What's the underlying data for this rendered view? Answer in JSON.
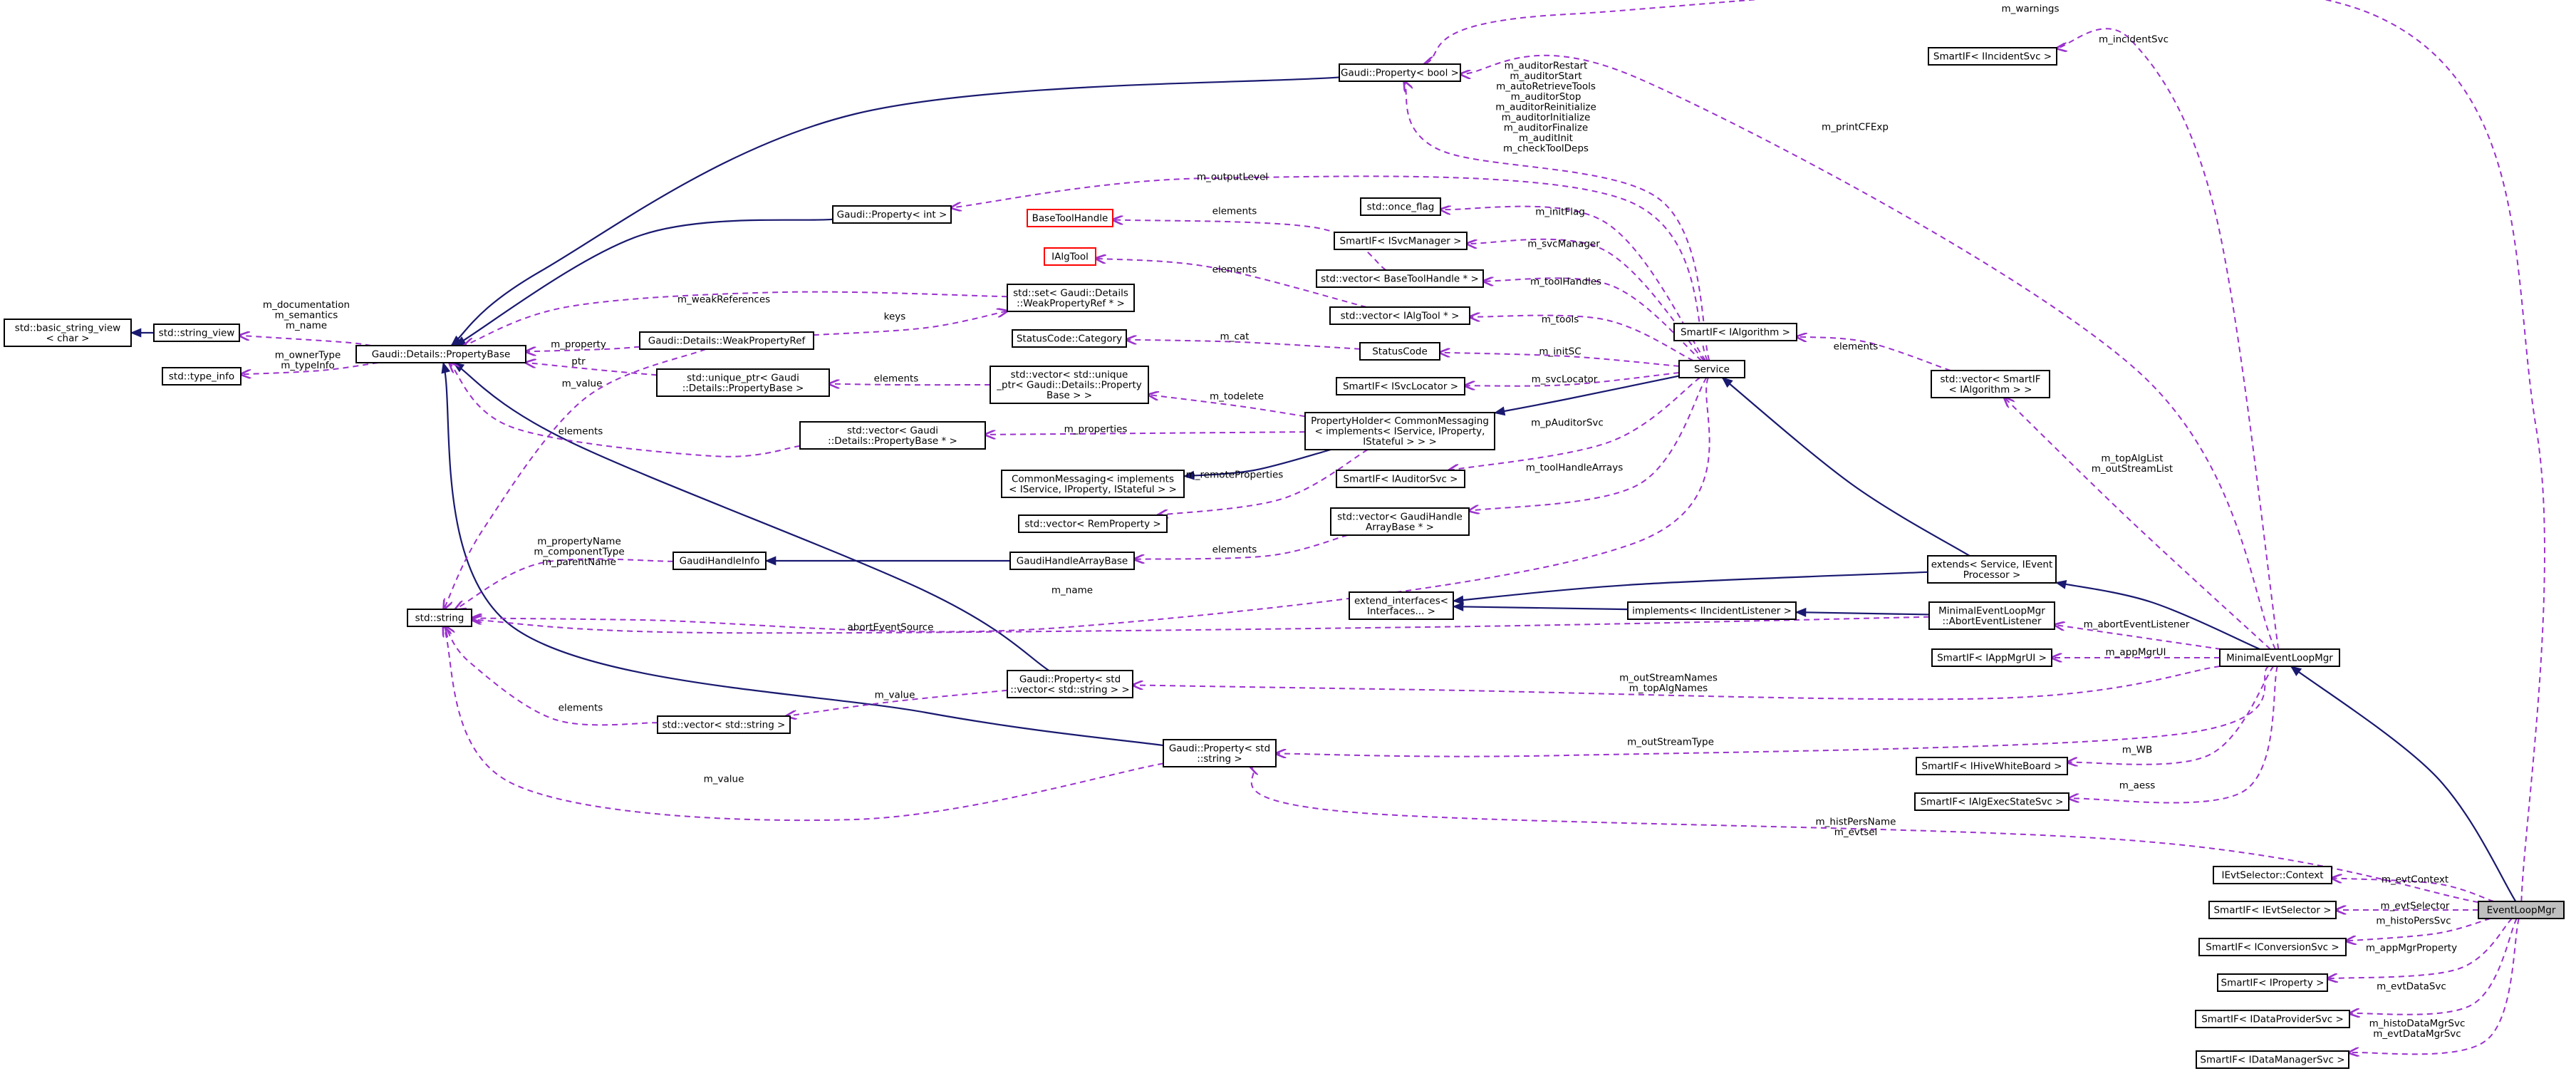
{
  "diagram": {
    "nodes": {
      "basic_string_view": [
        "std::basic_string_view",
        "< char >"
      ],
      "string_view": [
        "std::string_view"
      ],
      "type_info": [
        "std::type_info"
      ],
      "PropertyBase": [
        "Gaudi::Details::PropertyBase"
      ],
      "WeakPropertyRef": [
        "Gaudi::Details::WeakPropertyRef"
      ],
      "unique_ptr_PB": [
        "std::unique_ptr< Gaudi",
        "::Details::PropertyBase >"
      ],
      "vector_PB_ptr": [
        "std::vector< Gaudi",
        "::Details::PropertyBase * >"
      ],
      "set_WPR": [
        "std::set< Gaudi::Details",
        "::WeakPropertyRef * >"
      ],
      "StatusCodeCategory": [
        "StatusCode::Category"
      ],
      "vector_unique_PB": [
        "std::vector< std::unique",
        "_ptr< Gaudi::Details::Property",
        "Base > >"
      ],
      "CommonMessaging": [
        "CommonMessaging< implements",
        "< IService, IProperty, IStateful > >"
      ],
      "vector_RemProperty": [
        "std::vector< RemProperty >"
      ],
      "GaudiHandleArrayBase": [
        "GaudiHandleArrayBase"
      ],
      "GaudiHandleInfo": [
        "GaudiHandleInfo"
      ],
      "stdstring": [
        "std::string"
      ],
      "vector_string": [
        "std::vector< std::string >"
      ],
      "Property_vector_string": [
        "Gaudi::Property< std",
        "::vector< std::string > >"
      ],
      "Property_string": [
        "Gaudi::Property< std",
        "::string >"
      ],
      "Property_int": [
        "Gaudi::Property< int >"
      ],
      "Property_bool": [
        "Gaudi::Property< bool >"
      ],
      "BaseToolHandle": [
        "BaseToolHandle"
      ],
      "IAlgTool": [
        "IAlgTool"
      ],
      "once_flag": [
        "std::once_flag"
      ],
      "SmartIF_ISvcManager": [
        "SmartIF< ISvcManager >"
      ],
      "vector_BaseToolHandle": [
        "std::vector< BaseToolHandle * >"
      ],
      "vector_IAlgTool": [
        "std::vector< IAlgTool * >"
      ],
      "StatusCode": [
        "StatusCode"
      ],
      "SmartIF_ISvcLocator": [
        "SmartIF< ISvcLocator >"
      ],
      "PropertyHolder": [
        "PropertyHolder< CommonMessaging",
        "< implements< IService, IProperty,",
        "IStateful > > >"
      ],
      "SmartIF_IAuditorSvc": [
        "SmartIF< IAuditorSvc >"
      ],
      "vector_GaudiHandleArrayBase": [
        "std::vector< GaudiHandle",
        "ArrayBase * >"
      ],
      "extend_interfaces": [
        "extend_interfaces<",
        "Interfaces... >"
      ],
      "Service": [
        "Service"
      ],
      "SmartIF_IAlgorithm": [
        "SmartIF< IAlgorithm >"
      ],
      "vector_SmartIF_IAlgorithm": [
        "std::vector< SmartIF",
        "< IAlgorithm > >"
      ],
      "SmartIF_IIncidentSvc": [
        "SmartIF< IIncidentSvc >"
      ],
      "implements_IIncidentListener": [
        "implements< IIncidentListener >"
      ],
      "extends_Service_IEventProcessor": [
        "extends< Service, IEvent",
        "Processor >"
      ],
      "AbortEventListener": [
        "MinimalEventLoopMgr",
        "::AbortEventListener"
      ],
      "SmartIF_IAppMgrUI": [
        "SmartIF< IAppMgrUI >"
      ],
      "MinimalEventLoopMgr": [
        "MinimalEventLoopMgr"
      ],
      "SmartIF_IHiveWhiteBoard": [
        "SmartIF< IHiveWhiteBoard >"
      ],
      "SmartIF_IAlgExecStateSvc": [
        "SmartIF< IAlgExecStateSvc >"
      ],
      "IEvtSelector_Context": [
        "IEvtSelector::Context"
      ],
      "SmartIF_IEvtSelector": [
        "SmartIF< IEvtSelector >"
      ],
      "SmartIF_IConversionSvc": [
        "SmartIF< IConversionSvc >"
      ],
      "SmartIF_IProperty": [
        "SmartIF< IProperty >"
      ],
      "SmartIF_IDataProviderSvc": [
        "SmartIF< IDataProviderSvc >"
      ],
      "SmartIF_IDataManagerSvc": [
        "SmartIF< IDataManagerSvc >"
      ],
      "EventLoopMgr": [
        "EventLoopMgr"
      ]
    },
    "edge_labels": {
      "m_warnings": [
        "m_warnings"
      ],
      "m_incidentSvc": [
        "m_incidentSvc"
      ],
      "m_printCFExp": [
        "m_printCFExp"
      ],
      "auditor_flags": [
        "m_auditorRestart",
        "m_auditorStart",
        "m_autoRetrieveTools",
        "m_auditorStop",
        "m_auditorReinitialize",
        "m_auditorInitialize",
        "m_auditorFinalize",
        "m_auditInit",
        "m_checkToolDeps"
      ],
      "m_outputLevel": [
        "m_outputLevel"
      ],
      "elements_bth": [
        "elements"
      ],
      "m_initFlag": [
        "m_initFlag"
      ],
      "m_svcManager": [
        "m_svcManager"
      ],
      "elements_iat": [
        "elements"
      ],
      "m_toolHandles": [
        "m_toolHandles"
      ],
      "m_tools": [
        "m_tools"
      ],
      "m_documentation": [
        "m_documentation",
        "m_semantics",
        "m_name"
      ],
      "m_weakReferences": [
        "m_weakReferences"
      ],
      "keys": [
        "keys"
      ],
      "m_ownerType": [
        "m_ownerType",
        "m_typeInfo"
      ],
      "m_property": [
        "m_property"
      ],
      "ptr": [
        "ptr"
      ],
      "m_cat": [
        "m_cat"
      ],
      "m_initSC": [
        "m_initSC"
      ],
      "elements_alg": [
        "elements"
      ],
      "elements_upb": [
        "elements"
      ],
      "m_svcLocator": [
        "m_svcLocator"
      ],
      "m_todelete": [
        "m_todelete"
      ],
      "m_value_wpr": [
        "m_value"
      ],
      "elements_pb": [
        "elements"
      ],
      "m_properties": [
        "m_properties"
      ],
      "m_pAuditorSvc": [
        "m_pAuditorSvc"
      ],
      "m_remoteProperties": [
        "m_remoteProperties"
      ],
      "m_toolHandleArrays": [
        "m_toolHandleArrays"
      ],
      "m_topAlgList": [
        "m_topAlgList",
        "m_outStreamList"
      ],
      "m_propertyName": [
        "m_propertyName",
        "m_componentType",
        "m_parentName"
      ],
      "elements_gha": [
        "elements"
      ],
      "m_name": [
        "m_name"
      ],
      "abortEventSource": [
        "abortEventSource"
      ],
      "m_abortEventListener": [
        "m_abortEventListener"
      ],
      "m_appMgrUI": [
        "m_appMgrUI"
      ],
      "m_value_pvs": [
        "m_value"
      ],
      "elements_vs": [
        "elements"
      ],
      "m_outStreamNames": [
        "m_outStreamNames",
        "m_topAlgNames"
      ],
      "m_outStreamType": [
        "m_outStreamType"
      ],
      "m_WB": [
        "m_WB"
      ],
      "m_value_ps": [
        "m_value"
      ],
      "m_aess": [
        "m_aess"
      ],
      "m_histPersName": [
        "m_histPersName",
        "m_evtsel"
      ],
      "m_evtContext": [
        "m_evtContext"
      ],
      "m_evtSelector": [
        "m_evtSelector"
      ],
      "m_histoPersSvc": [
        "m_histoPersSvc"
      ],
      "m_appMgrProperty": [
        "m_appMgrProperty"
      ],
      "m_evtDataSvc": [
        "m_evtDataSvc"
      ],
      "m_histoDataMgrSvc": [
        "m_histoDataMgrSvc",
        "m_evtDataMgrSvc"
      ]
    }
  },
  "colors": {
    "inheritance_edge": "#191970",
    "usage_edge": "#9a32cd",
    "node_border": "#000000",
    "template_node_border": "#ff0000",
    "highlighted_node_fill": "#bfbfbf",
    "background": "#ffffff"
  }
}
